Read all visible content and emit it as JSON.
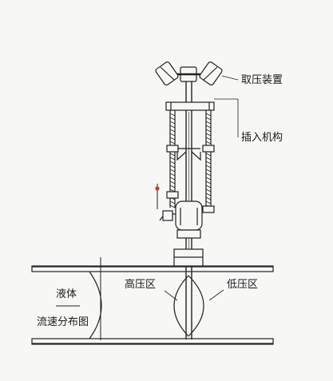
{
  "labels": {
    "pressure_device": "取压装置",
    "insertion_mechanism": "插入机构",
    "high_pressure_zone": "高压区",
    "low_pressure_zone": "低压区",
    "liquid": "液体",
    "flow_distribution": "流速分布图"
  },
  "colors": {
    "line": "#222222",
    "background": "#f7f7f5",
    "accent": "#c23a3a"
  }
}
